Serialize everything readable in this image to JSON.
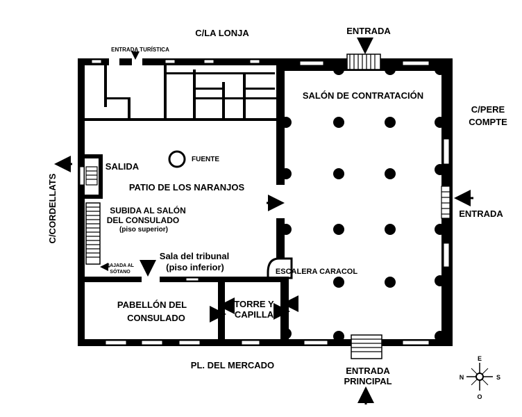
{
  "streets": {
    "north": "C/LA LONJA",
    "east_line1": "C/PERE",
    "east_line2": "COMPTE",
    "west": "C/CORDELLATS",
    "south": "PL. DEL MERCADO"
  },
  "entrances": {
    "top": "ENTRADA",
    "side": "ENTRADA",
    "main_line1": "ENTRADA",
    "main_line2": "PRINCIPAL",
    "tourist": "ENTRADA TURÍSTICA"
  },
  "rooms": {
    "salon": "SALÓN DE CONTRATACIÓN",
    "fuente": "FUENTE",
    "salida": "SALIDA",
    "patio": "PATIO DE LOS NARANJOS",
    "subida_line1": "SUBIDA AL SALÓN",
    "subida_line2": "DEL CONSULADO",
    "subida_line3": "(piso superior)",
    "tribunal_line1": "Sala del tribunal",
    "tribunal_line2": "(piso inferior)",
    "bajada_line1": "BAJADA AL",
    "bajada_line2": "SÓTANO",
    "escalera": "ESCALERA CARACOL",
    "pabellon_line1": "PABELLÓN DEL",
    "pabellon_line2": "CONSULADO",
    "torre_line1": "TORRE Y",
    "torre_line2": "CAPILLA"
  },
  "compass": {
    "top": "E",
    "left": "N",
    "right": "S",
    "bottom": "O"
  }
}
